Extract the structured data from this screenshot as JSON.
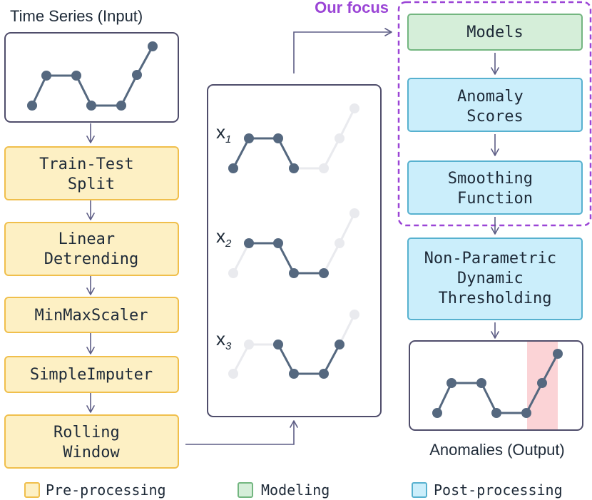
{
  "colors": {
    "preprocessing_fill": "#fdf0c4",
    "preprocessing_stroke": "#f0bf4c",
    "modeling_fill": "#d5eed9",
    "modeling_stroke": "#73b680",
    "postprocessing_fill": "#cbeefb",
    "postprocessing_stroke": "#57b1cf",
    "focus": "#9b45d6",
    "frame": "#4f4d6b",
    "arrow": "#5d5d85",
    "node": "#55687f",
    "faded": "#e9eaee",
    "anomaly_band": "#fbd3d6"
  },
  "input": {
    "title": "Time Series (Input)"
  },
  "preprocessing": {
    "steps": [
      [
        "Train-Test",
        "Split"
      ],
      [
        "Linear",
        "Detrending"
      ],
      [
        "MinMaxScaler"
      ],
      [
        "SimpleImputer"
      ],
      [
        "Rolling",
        "Window"
      ]
    ]
  },
  "windows": {
    "labels": [
      "x",
      "x",
      "x"
    ],
    "subscripts": [
      "1",
      "2",
      "3"
    ]
  },
  "focus": {
    "title": "Our focus"
  },
  "postprocessing": {
    "models": [
      "Models"
    ],
    "scores": [
      "Anomaly",
      "Scores"
    ],
    "smoothing": [
      "Smoothing",
      "Function"
    ],
    "thresholding": [
      "Non-Parametric",
      "Dynamic",
      "Thresholding"
    ]
  },
  "output": {
    "title": "Anomalies (Output)"
  },
  "legend": {
    "items": [
      "Pre-processing",
      "Modeling",
      "Post-processing"
    ]
  }
}
